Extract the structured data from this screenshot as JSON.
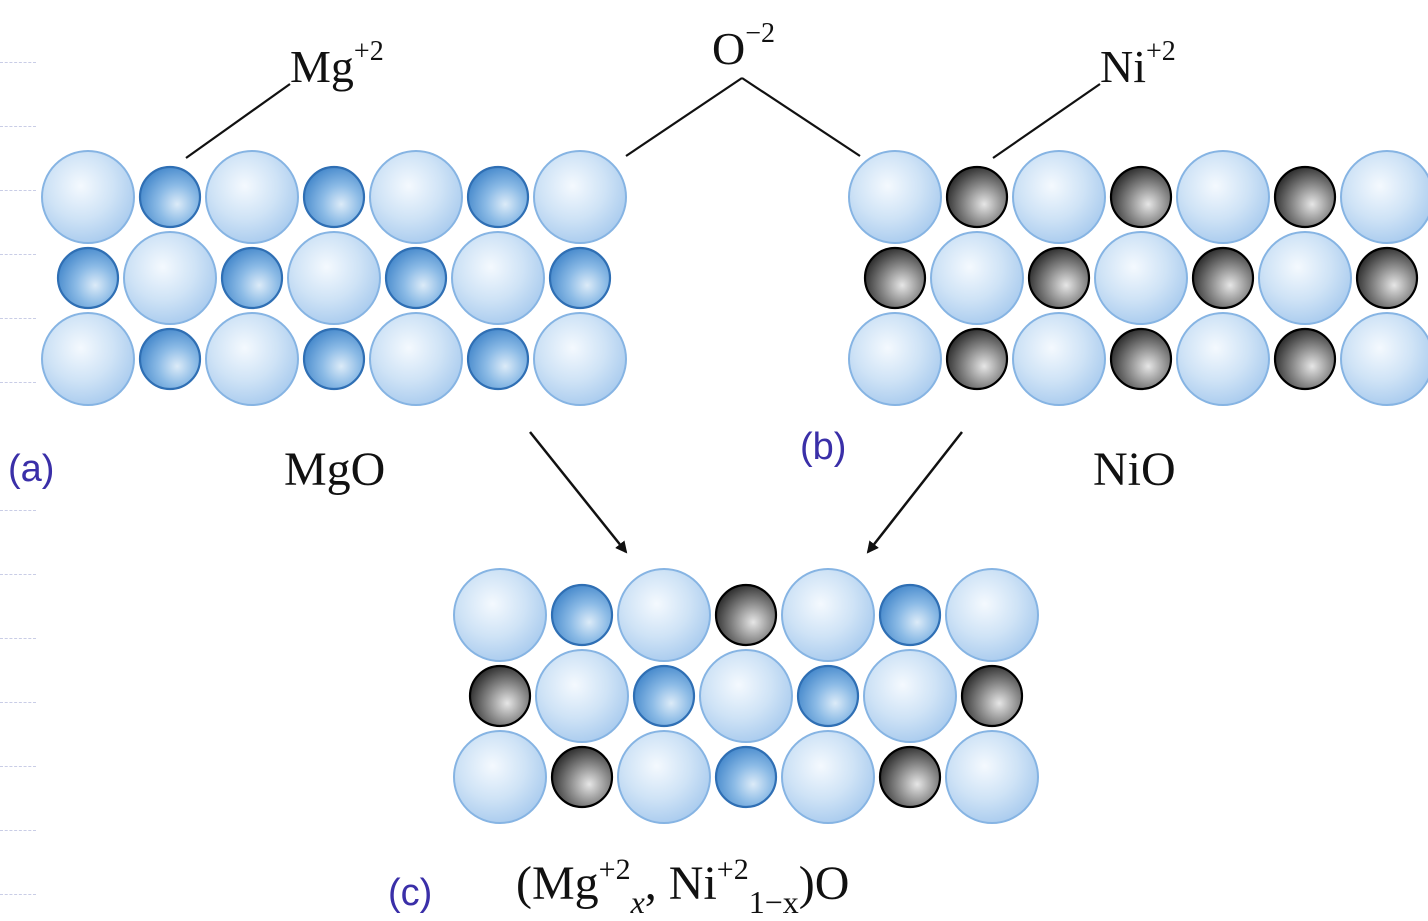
{
  "labels": {
    "mg_ion": {
      "symbol": "Mg",
      "charge": "+2"
    },
    "o_ion": {
      "symbol": "O",
      "charge": "−2"
    },
    "ni_ion": {
      "symbol": "Ni",
      "charge": "+2"
    }
  },
  "panels": {
    "a": {
      "letter": "(a)",
      "compound": "MgO"
    },
    "b": {
      "letter": "(b)",
      "compound": "NiO"
    },
    "c": {
      "letter": "(c)"
    }
  },
  "solid_solution_formula": {
    "open": "(Mg",
    "mg_charge": "+2",
    "mg_fraction": "x",
    "separator": ", Ni",
    "ni_charge": "+2",
    "ni_fraction": "1−x",
    "close": ")O"
  },
  "lattices": {
    "a": [
      "O Mg O Mg O Mg O",
      "Mg O Mg O Mg O Mg",
      "O Mg O Mg O Mg O"
    ],
    "b": [
      "O Ni O Ni O Ni O",
      "Ni O Ni O Ni O Ni",
      "O Ni O Ni O Ni O"
    ],
    "c": [
      "O Mg O Ni O Mg O",
      "Ni O Mg O Mg O Ni",
      "O Ni O Mg O Ni O"
    ]
  },
  "colors": {
    "oxygen": "#bcd9f3",
    "magnesium": "#5b9ad6",
    "nickel": "#3a3a3a",
    "panel_letter": "#3a2fa8"
  }
}
